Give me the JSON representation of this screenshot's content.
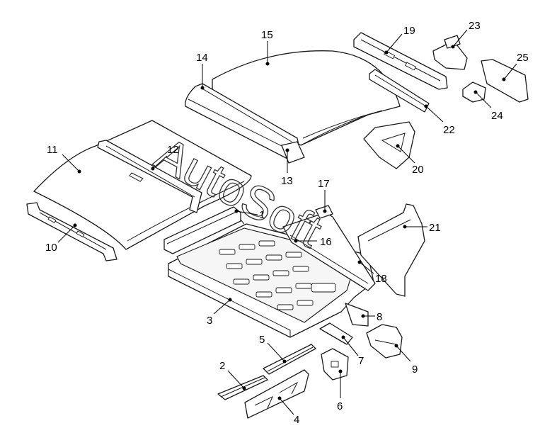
{
  "watermark": {
    "text": "AutoSoft"
  },
  "callouts": [
    {
      "label": "2"
    },
    {
      "label": "3"
    },
    {
      "label": "4"
    },
    {
      "label": "5"
    },
    {
      "label": "6"
    },
    {
      "label": "7"
    },
    {
      "label": "8"
    },
    {
      "label": "9"
    },
    {
      "label": "10"
    },
    {
      "label": "11"
    },
    {
      "label": "12"
    },
    {
      "label": "13"
    },
    {
      "label": "14"
    },
    {
      "label": "15"
    },
    {
      "label": "16"
    },
    {
      "label": "17"
    },
    {
      "label": "18"
    },
    {
      "label": "19"
    },
    {
      "label": "20"
    },
    {
      "label": "21"
    },
    {
      "label": "22"
    },
    {
      "label": "23"
    },
    {
      "label": "24"
    },
    {
      "label": "25"
    },
    {
      "label": "1"
    }
  ]
}
